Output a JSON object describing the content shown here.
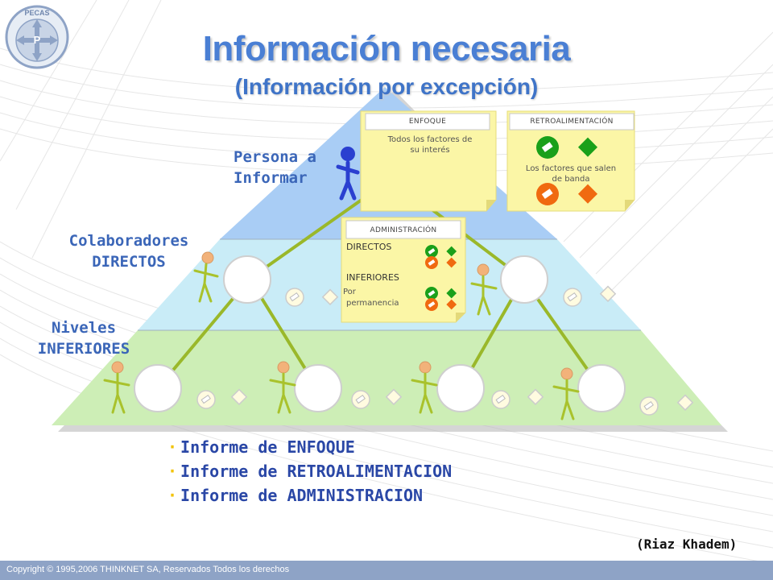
{
  "title": "Información necesaria",
  "subtitle": "(Información por excepción)",
  "logo": {
    "text": "PECAS",
    "letter": "P"
  },
  "levels": {
    "top": [
      "Persona a",
      "Informar"
    ],
    "middle": [
      "Colaboradores",
      "DIRECTOS"
    ],
    "bottom": [
      "Niveles",
      "INFERIORES"
    ]
  },
  "notes": {
    "enfoque": {
      "header": "ENFOQUE",
      "text": [
        "Todos los factores de",
        "su interés"
      ]
    },
    "retroalimentacion": {
      "header": "RETROALIMENTACIÓN",
      "text": [
        "Los factores que salen",
        "de banda"
      ]
    },
    "administracion": {
      "header": "ADMINISTRACIÓN",
      "directos": "DIRECTOS",
      "inferiores": "INFERIORES",
      "por": "Por",
      "permanencia": "permanencia"
    }
  },
  "bullets": [
    "Informe de ENFOQUE",
    "Informe de RETROALIMENTACION",
    "Informe de ADMINISTRACION"
  ],
  "bullet_glyph": "·",
  "author": "(Riaz Khadem)",
  "footer": "Copyright © 1995,2006 THINKNET SA, Reservados Todos los derechos",
  "colors": {
    "pyramid_top": "#a9cdf5",
    "pyramid_middle": "#c9ecf7",
    "pyramid_bottom": "#cdeeb6",
    "connector": "#9ab82a",
    "title": "#4a7fd4",
    "label": "#3b66b8",
    "note": "#fbf6a6",
    "green_marker": "#1aa01a",
    "orange_marker": "#f06a10",
    "person_head": "#f2b27a",
    "person_body": "#a9c22c",
    "top_person": "#2a3fd0",
    "footer_bg": "#8ea3c6"
  }
}
